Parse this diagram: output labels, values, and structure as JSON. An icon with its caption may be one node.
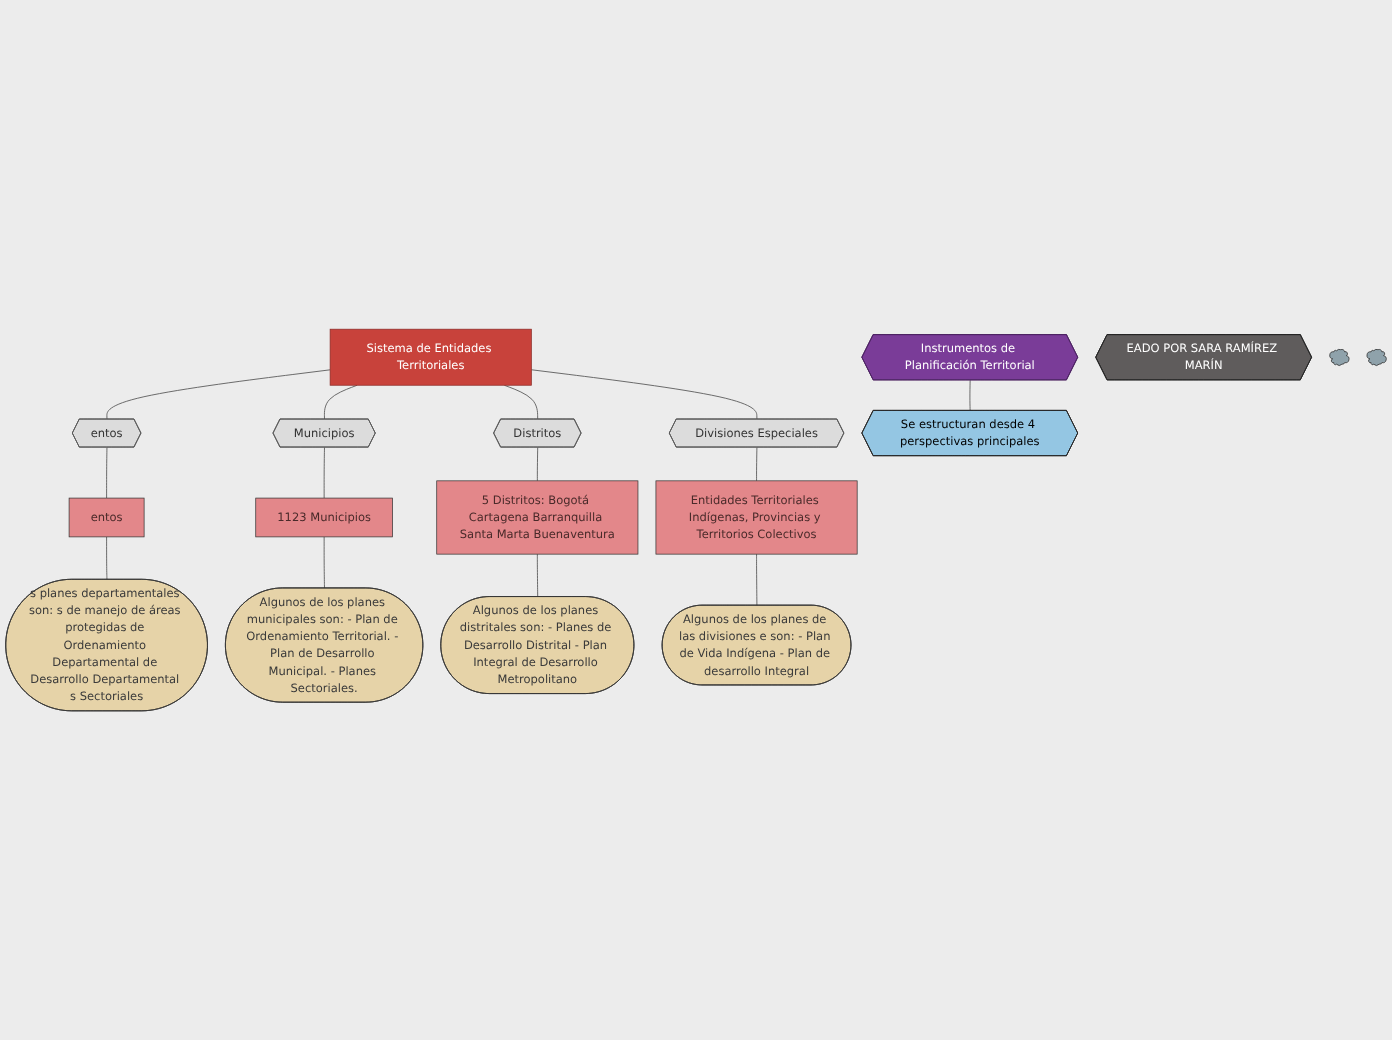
{
  "diagram": {
    "nodes": [
      {
        "text": [
          "EADO POR SARA RAMÍREZ MARÍN"
        ]
      },
      {
        "text": [
          "Sistema de Entidades Territoriales"
        ]
      },
      {
        "text": [
          "entos"
        ]
      },
      {
        "text": [
          "entos"
        ]
      },
      {
        "text": [
          "s planes departamentales son: s de manejo de áreas protegidas de Ordenamiento Departamental de Desarrollo Departamental s Sectoriales"
        ]
      },
      {
        "text": [
          "Municipios"
        ]
      },
      {
        "text": [
          "1123 Municipios"
        ]
      },
      {
        "text": [
          "Algunos de los planes municipales son: - Plan de Ordenamiento Territorial. - Plan de Desarrollo Municipal. - Planes Sectoriales."
        ]
      },
      {
        "text": [
          "Distritos"
        ]
      },
      {
        "text": [
          "5 Distritos: Bogotá Cartagena Barranquilla Santa Marta Buenaventura"
        ]
      },
      {
        "text": [
          "Algunos de los planes distritales son: - Planes de Desarrollo Distrital - Plan Integral de Desarrollo Metropolitano"
        ]
      },
      {
        "text": [
          "Divisiones Especiales"
        ]
      },
      {
        "text": [
          "Entidades Territoriales Indígenas, Provincias y Territorios Colectivos"
        ]
      },
      {
        "text": [
          "Algunos de los planes de las divisiones e son: - Plan de Vida Indígena - Plan de desarrollo Integral"
        ]
      },
      {
        "text": [
          "Instrumentos de Planificación Territorial"
        ]
      },
      {
        "text": [
          "Se estructuran desde 4 perspectivas principales"
        ]
      },
      {
        "text": [],
        "shape": "cloud"
      },
      {
        "text": [],
        "shape": "cloud"
      }
    ],
    "edges": [
      {
        "from": 1,
        "to": 2,
        "arrow": "none"
      },
      {
        "from": 1,
        "to": 5,
        "arrow": "none"
      },
      {
        "from": 1,
        "to": 8,
        "arrow": "none"
      },
      {
        "from": 1,
        "to": 11,
        "arrow": "none"
      },
      {
        "from": 2,
        "to": 3,
        "arrow": "none"
      },
      {
        "from": 3,
        "to": 4,
        "arrow": "none"
      },
      {
        "from": 5,
        "to": 6,
        "arrow": "none"
      },
      {
        "from": 6,
        "to": 7,
        "arrow": "none"
      },
      {
        "from": 8,
        "to": 9,
        "arrow": "none"
      },
      {
        "from": 9,
        "to": 10,
        "arrow": "none"
      },
      {
        "from": 11,
        "to": 12,
        "arrow": "none"
      },
      {
        "from": 12,
        "to": 13,
        "arrow": "none"
      },
      {
        "from": 14,
        "to": 15,
        "arrow": "none"
      }
    ]
  }
}
